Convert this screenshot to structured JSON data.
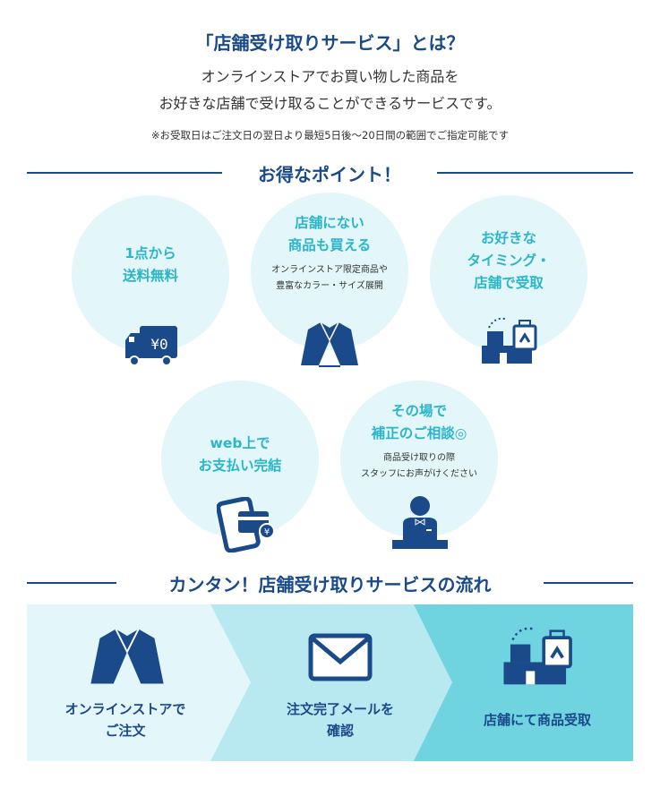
{
  "title": "「店舗受け取りサービス」とは？",
  "subtitle": [
    "オンラインストアでお買い物した商品を",
    "お好きな店舗で受け取ることができるサービスです。"
  ],
  "note": "※お受取日はご注文日の翌日より最短5日後〜20日間の範囲でご指定可能です",
  "points_heading": "お得なポイント！",
  "points": [
    {
      "title": "1点から\n送料無料",
      "desc": ""
    },
    {
      "title": "店舗にない\n商品も買える",
      "desc": "オンラインストア限定商品や\n豊富なカラー・サイズ展開"
    },
    {
      "title": "お好きな\nタイミング・\n店舗で受取",
      "desc": ""
    },
    {
      "title": "web上で\nお支払い完結",
      "desc": ""
    },
    {
      "title": "その場で\n補正のご相談◎",
      "desc": "商品受け取りの際\nスタッフにお声がけください"
    }
  ],
  "truck_label": "¥0",
  "flow_heading": "カンタン！店舗受け取りサービスの流れ",
  "flow": [
    {
      "label": "オンラインストアで\nご注文"
    },
    {
      "label": "注文完了メールを\n確認"
    },
    {
      "label": "店舗にて商品受取"
    }
  ],
  "colors": {
    "navy": "#1a4a8a",
    "teal": "#2bb5c8",
    "circle": "#e3f6f9",
    "flow1": "#e3f6f9",
    "flow2": "#b9e9f0",
    "flow3": "#6fd3e0"
  }
}
